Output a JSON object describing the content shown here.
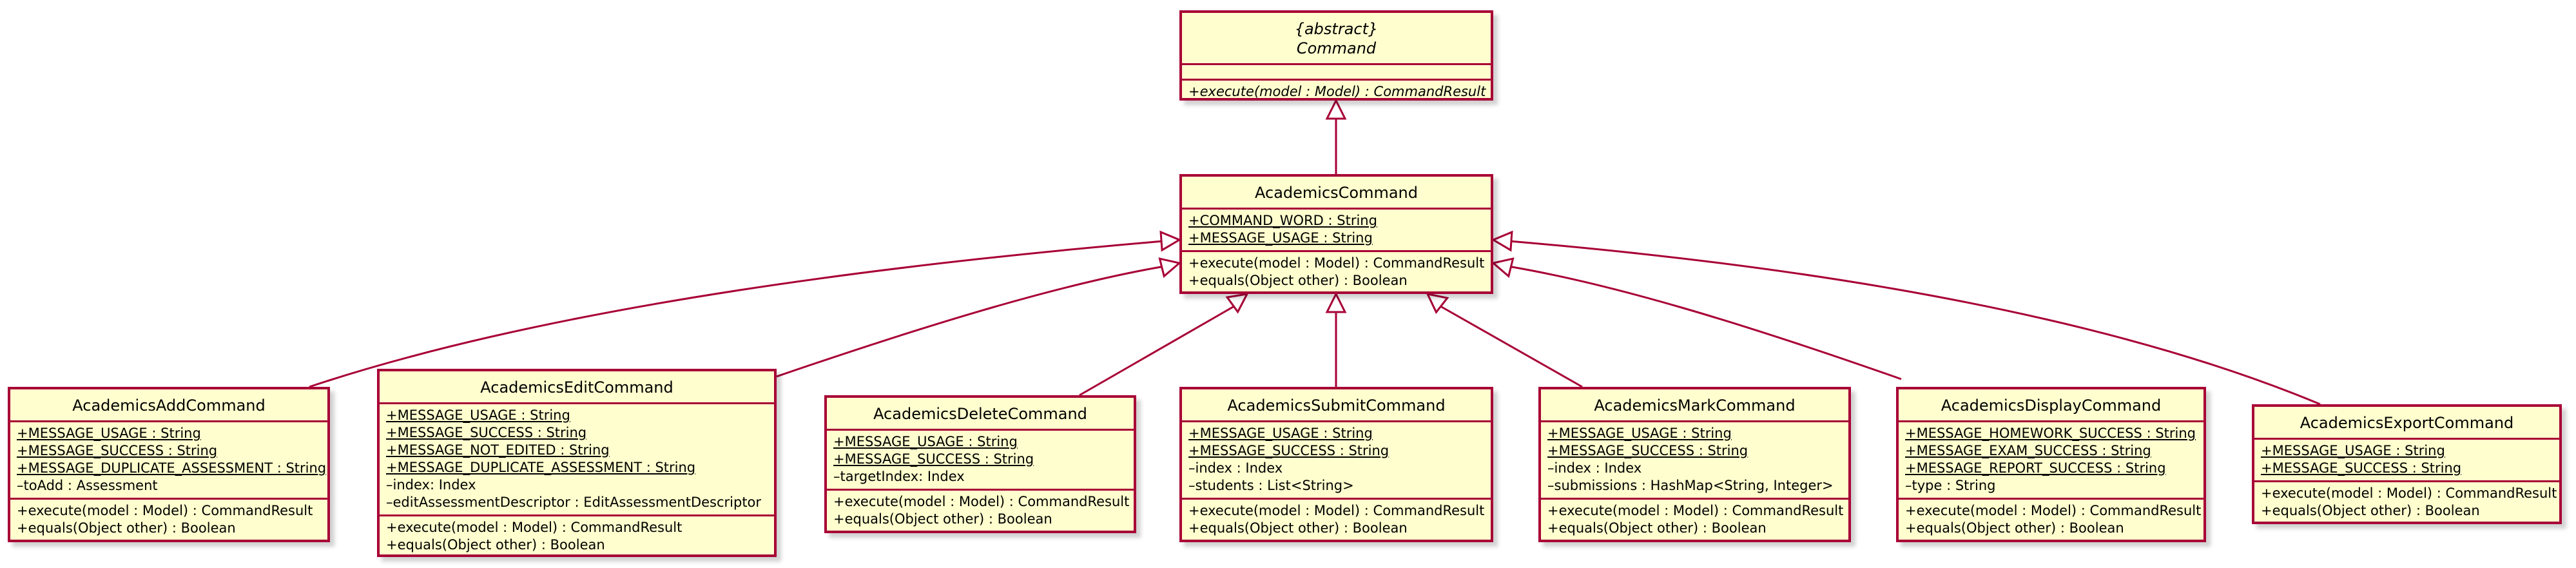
{
  "colors": {
    "border": "#a80036",
    "fill": "#fefece",
    "edge": "#a80036"
  },
  "classes": {
    "command": {
      "stereotype": "{abstract}",
      "name": "Command",
      "fields": [],
      "methods": [
        "+execute(model : Model) : CommandResult"
      ]
    },
    "academics": {
      "name": "AcademicsCommand",
      "fields": [
        "+COMMAND_WORD : String",
        "+MESSAGE_USAGE : String"
      ],
      "methods": [
        "+execute(model : Model) : CommandResult",
        "+equals(Object other) : Boolean"
      ]
    },
    "add": {
      "name": "AcademicsAddCommand",
      "fields": [
        "+MESSAGE_USAGE : String",
        "+MESSAGE_SUCCESS : String",
        "+MESSAGE_DUPLICATE_ASSESSMENT : String",
        "–toAdd : Assessment"
      ],
      "methods": [
        "+execute(model : Model) : CommandResult",
        "+equals(Object other) : Boolean"
      ]
    },
    "edit": {
      "name": "AcademicsEditCommand",
      "fields": [
        "+MESSAGE_USAGE : String",
        "+MESSAGE_SUCCESS : String",
        "+MESSAGE_NOT_EDITED : String",
        "+MESSAGE_DUPLICATE_ASSESSMENT : String",
        "–index: Index",
        "–editAssessmentDescriptor : EditAssessmentDescriptor"
      ],
      "methods": [
        "+execute(model : Model) : CommandResult",
        "+equals(Object other) : Boolean"
      ]
    },
    "delete": {
      "name": "AcademicsDeleteCommand",
      "fields": [
        "+MESSAGE_USAGE : String",
        "+MESSAGE_SUCCESS : String",
        "–targetIndex: Index"
      ],
      "methods": [
        "+execute(model : Model) : CommandResult",
        "+equals(Object other) : Boolean"
      ]
    },
    "submit": {
      "name": "AcademicsSubmitCommand",
      "fields": [
        "+MESSAGE_USAGE : String",
        "+MESSAGE_SUCCESS : String",
        "–index : Index",
        "–students : List<String>"
      ],
      "methods": [
        "+execute(model : Model) : CommandResult",
        "+equals(Object other) : Boolean"
      ]
    },
    "mark": {
      "name": "AcademicsMarkCommand",
      "fields": [
        "+MESSAGE_USAGE : String",
        "+MESSAGE_SUCCESS : String",
        "–index : Index",
        "–submissions : HashMap<String, Integer>"
      ],
      "methods": [
        "+execute(model : Model) : CommandResult",
        "+equals(Object other) : Boolean"
      ]
    },
    "display": {
      "name": "AcademicsDisplayCommand",
      "fields": [
        "+MESSAGE_HOMEWORK_SUCCESS : String",
        "+MESSAGE_EXAM_SUCCESS : String",
        "+MESSAGE_REPORT_SUCCESS : String",
        "–type : String"
      ],
      "methods": [
        "+execute(model : Model) : CommandResult",
        "+equals(Object other) : Boolean"
      ]
    },
    "export": {
      "name": "AcademicsExportCommand",
      "fields": [
        "+MESSAGE_USAGE : String",
        "+MESSAGE_SUCCESS : String"
      ],
      "methods": [
        "+execute(model : Model) : CommandResult",
        "+equals(Object other) : Boolean"
      ]
    }
  }
}
